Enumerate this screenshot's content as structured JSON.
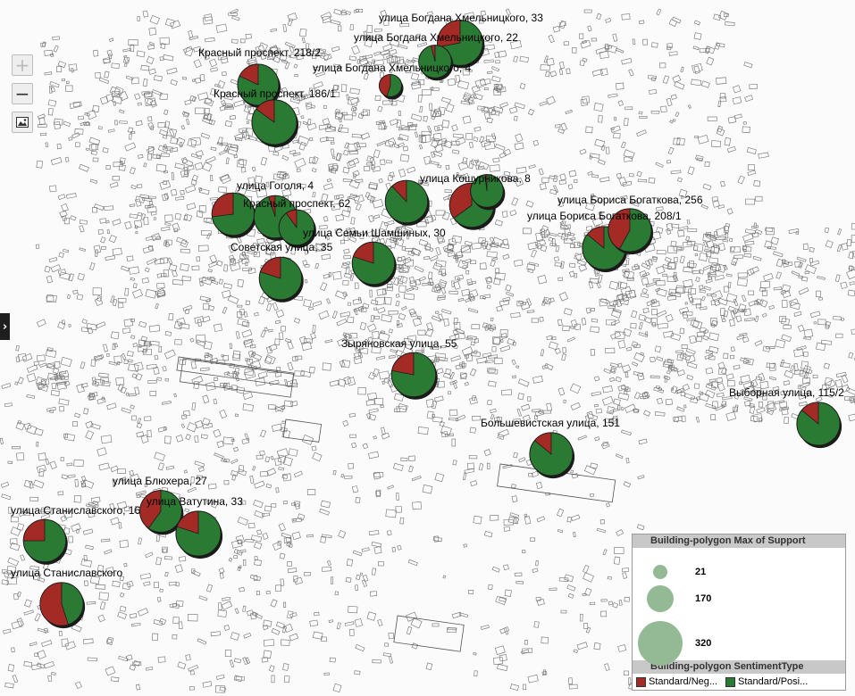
{
  "map": {
    "colors": {
      "negative": "#a32a25",
      "positive": "#2a7a33",
      "stroke": "#1b1b1b",
      "legend_circle": "#93b995"
    },
    "pies": [
      {
        "label": "улица Богдана Хмельницкого, 33",
        "support": 300,
        "negative_share": 0.28
      },
      {
        "label": "улица Богдана Хмельницкого, 22",
        "support": 120,
        "negative_share": 0.04
      },
      {
        "label": "улица Богдана Хмельницкого, 4",
        "support": 40,
        "negative_share": 0.45
      },
      {
        "label": "Красный проспект, 218/2",
        "support": 230,
        "negative_share": 0.18
      },
      {
        "label": "Красный проспект, 186/1",
        "support": 290,
        "negative_share": 0.15
      },
      {
        "label": "улица Гоголя, 4",
        "support": 250,
        "negative_share": 0.27
      },
      {
        "label": "Красный проспект, 62",
        "support": 250,
        "negative_share": 0.05
      },
      {
        "label": "улица Семьи Шамшиных, 30",
        "support": 150,
        "negative_share": 0.1
      },
      {
        "label": "Советская улица, 35",
        "support": 250,
        "negative_share": 0.2
      },
      {
        "label": "",
        "support": 250,
        "negative_share": 0.2
      },
      {
        "label": "",
        "support": 250,
        "negative_share": 0.12
      },
      {
        "label": "улица Кошурникова, 8",
        "support": 280,
        "negative_share": 0.35
      },
      {
        "label": "",
        "support": 120,
        "negative_share": 0.02
      },
      {
        "label": "улица Бориса Богаткова, 256",
        "support": 260,
        "negative_share": 0.14
      },
      {
        "label": "улица Бориса Богаткова, 208/1",
        "support": 260,
        "negative_share": 0.42
      },
      {
        "label": "Зыряновская улица, 55",
        "support": 280,
        "negative_share": 0.22
      },
      {
        "label": "Большевистская улица, 151",
        "support": 260,
        "negative_share": 0.14
      },
      {
        "label": "Выборная улица, 115/2",
        "support": 260,
        "negative_share": 0.14
      },
      {
        "label": "улица Блюхера, 27",
        "support": 240,
        "negative_share": 0.4
      },
      {
        "label": "улица Ватутина, 33",
        "support": 290,
        "negative_share": 0.2
      },
      {
        "label": "улица Станиславского, 16",
        "support": 250,
        "negative_share": 0.25
      },
      {
        "label": "улица Станиславского",
        "support": 260,
        "negative_share": 0.55
      }
    ]
  },
  "controls": {
    "zoom_in": "+",
    "zoom_out": "−",
    "side_toggle": "›"
  },
  "legend": {
    "size_title": "Building-polygon Max of Support",
    "size_items": [
      {
        "value": 21,
        "label": "21"
      },
      {
        "value": 170,
        "label": "170"
      },
      {
        "value": 320,
        "label": "320"
      }
    ],
    "color_title": "Building-polygon SentimentType",
    "color_items": [
      {
        "label": "Standard/Neg...",
        "color": "#a32a25"
      },
      {
        "label": "Standard/Posi...",
        "color": "#2a7a33"
      }
    ]
  }
}
